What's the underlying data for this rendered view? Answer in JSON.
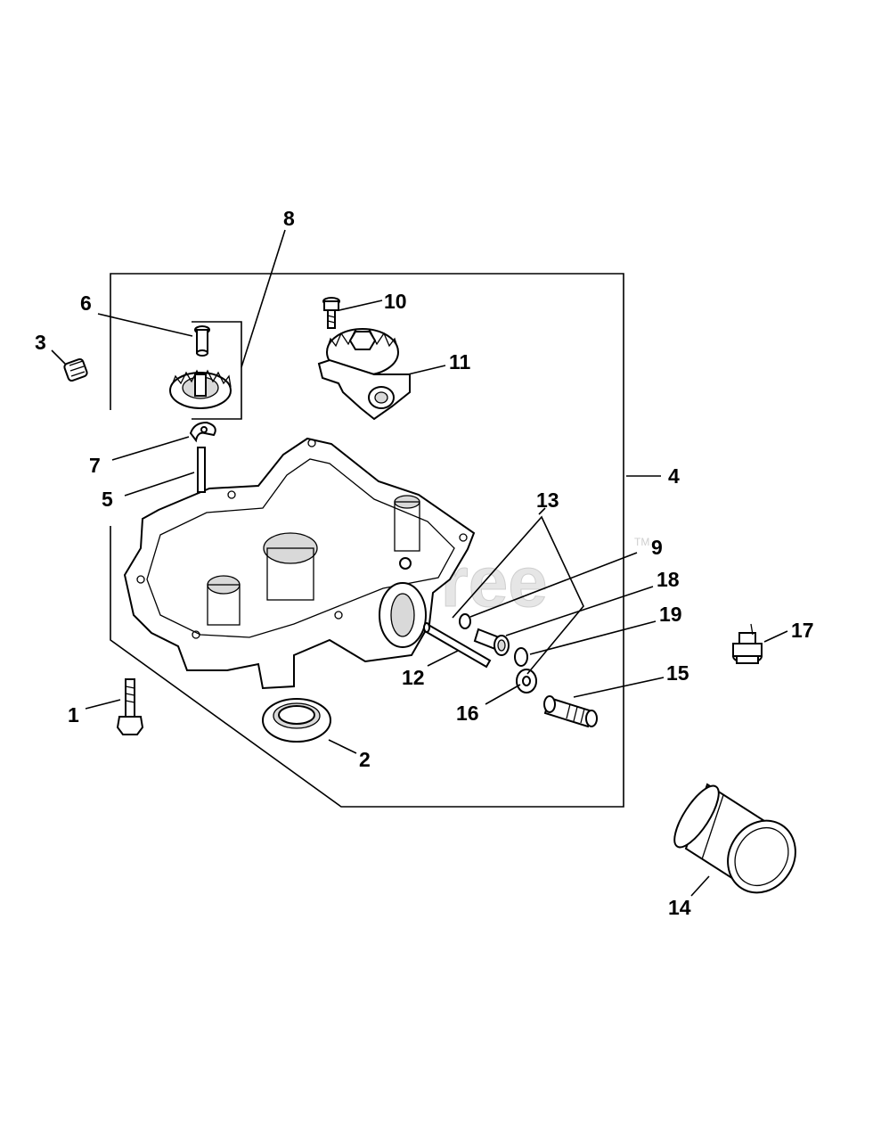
{
  "watermark": {
    "text": "PartsTree",
    "tm": "TM"
  },
  "callouts": {
    "c1": "1",
    "c2": "2",
    "c3": "3",
    "c4": "4",
    "c5": "5",
    "c6": "6",
    "c7": "7",
    "c8": "8",
    "c9": "9",
    "c10": "10",
    "c11": "11",
    "c12": "12",
    "c13": "13",
    "c14": "14",
    "c15": "15",
    "c16": "16",
    "c17": "17",
    "c18": "18",
    "c19": "19"
  }
}
